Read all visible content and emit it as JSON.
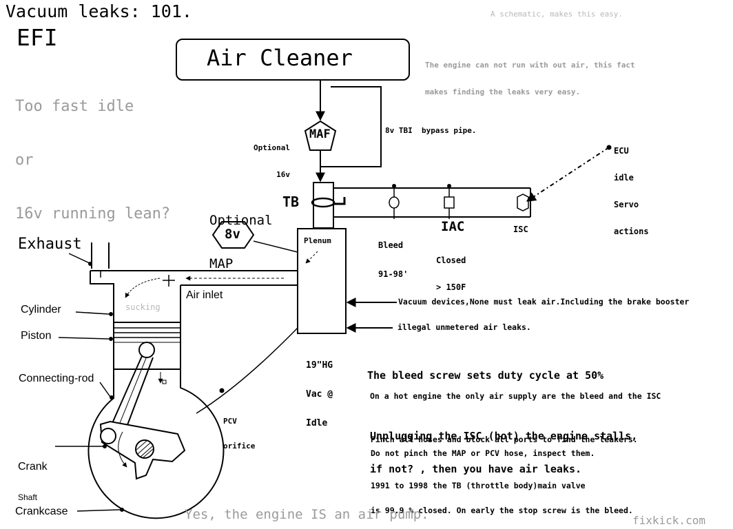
{
  "header": {
    "title": "Vacuum leaks: 101.",
    "efi": "EFI",
    "question_lines": [
      "Too fast idle",
      "or",
      "16v running lean?"
    ],
    "subtitle": "A schematic, makes this easy.",
    "note_lines": [
      "The engine can not run with out air, this fact",
      "makes finding the leaks very easy."
    ]
  },
  "intake": {
    "air_cleaner": "Air Cleaner",
    "maf_optional_lines": [
      "Optional",
      "16v"
    ],
    "maf": "MAF",
    "bypass_pipe": "8v TBI  bypass pipe.",
    "tb": "TB",
    "map_optional_lines": [
      "Optional",
      "MAP"
    ],
    "map": "8v",
    "plenum": "Plenum",
    "vacuum_lines": [
      "19\"HG",
      "Vac @",
      "Idle"
    ]
  },
  "idle_circuit": {
    "ecu_lines": [
      "ECU",
      "idle",
      "Servo",
      "actions"
    ],
    "bleed_lines": [
      "Bleed",
      "91-98'"
    ],
    "iac": "IAC",
    "iac_state_lines": [
      "Closed",
      "> 150F"
    ],
    "isc": "ISC"
  },
  "engine": {
    "exhaust": "Exhaust",
    "cylinder": "Cylinder",
    "piston": "Piston",
    "connecting_rod": "Connecting-rod",
    "crank_lines": [
      "Crank",
      "Shaft"
    ],
    "crankcase": "Crankcase",
    "sucking": "sucking",
    "air_inlet": "Air inlet",
    "pcv_lines": [
      "PCV",
      "orifice"
    ]
  },
  "callouts": {
    "vacuum_devices": "Vacuum devices,None must leak air.Including the brake booster",
    "illegal_leaks": "illegal unmetered air leaks."
  },
  "notes": {
    "duty_cycle": "The bleed screw sets duty cycle at 50%",
    "hot_engine": "On a hot engine the only air supply are the bleed and the ISC",
    "unplugging_lines": [
      "Unplugging the ISC (hot) the engine stalls,",
      "if not? , then you have air leaks."
    ],
    "pinch_hoses": "Pinch all hoses and block all ports to find the leakers.",
    "do_not_pinch": "Do not pinch the MAP or PCV hose, inspect them.",
    "tb_lines": [
      "1991 to 1998 the TB (throttle body)main valve",
      "is 99.9 % closed. On early the stop screw is the bleed."
    ]
  },
  "footer": {
    "air_pump": "Yes, the engine IS an air pump.",
    "site": "fixkick.com"
  }
}
